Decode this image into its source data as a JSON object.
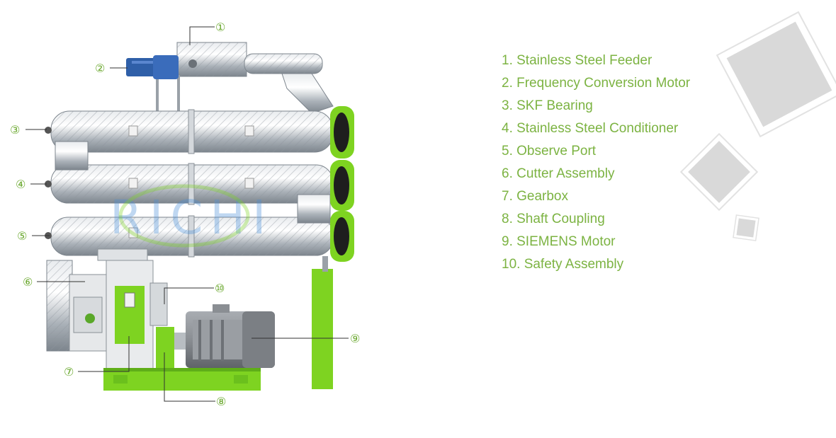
{
  "brand": {
    "watermark": "RICHI",
    "accent": "#7cb342",
    "machine_green": "#7ed321",
    "steel": "#bfc5cc",
    "motor_gray": "#8d9196",
    "motor_blue": "#2f5fa8"
  },
  "callouts": [
    {
      "n": "①",
      "label": "1"
    },
    {
      "n": "②",
      "label": "2"
    },
    {
      "n": "③",
      "label": "3"
    },
    {
      "n": "④",
      "label": "4"
    },
    {
      "n": "⑤",
      "label": "5"
    },
    {
      "n": "⑥",
      "label": "6"
    },
    {
      "n": "⑦",
      "label": "7"
    },
    {
      "n": "⑧",
      "label": "8"
    },
    {
      "n": "⑨",
      "label": "9"
    },
    {
      "n": "⑩",
      "label": "10"
    }
  ],
  "parts": [
    "1. Stainless Steel Feeder",
    "2. Frequency Conversion Motor",
    "3. SKF Bearing",
    "4. Stainless Steel Conditioner",
    "5. Observe Port",
    "6. Cutter Assembly",
    "7. Gearbox",
    "8. Shaft Coupling",
    "9. SIEMENS Motor",
    "10. Safety Assembly"
  ]
}
